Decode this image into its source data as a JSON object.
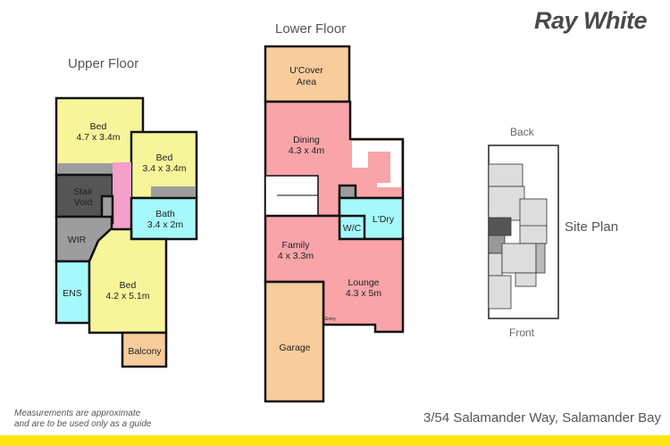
{
  "brand": {
    "logo_text": "Ray White",
    "accent_color": "#ffe512"
  },
  "upper_floor": {
    "title": "Upper Floor",
    "rooms": {
      "bed1": {
        "name": "Bed",
        "size": "4.7 x 3.4m"
      },
      "bed2": {
        "name": "Bed",
        "size": "3.4 x 3.4m"
      },
      "stair_void": {
        "name": "Stair",
        "name2": "Void"
      },
      "bath": {
        "name": "Bath",
        "size": "3.4 x 2m"
      },
      "wir": {
        "name": "WIR"
      },
      "ens": {
        "name": "ENS"
      },
      "bed3": {
        "name": "Bed",
        "size": "4.2 x 5.1m"
      },
      "balcony": {
        "name": "Balcony"
      }
    }
  },
  "lower_floor": {
    "title": "Lower Floor",
    "rooms": {
      "ucover": {
        "name": "U'Cover",
        "name2": "Area"
      },
      "dining": {
        "name": "Dining",
        "size": "4.3 x 4m"
      },
      "wc": {
        "name": "W/C"
      },
      "laundry": {
        "name": "L'Dry"
      },
      "family": {
        "name": "Family",
        "size": "4 x 3.3m"
      },
      "lounge": {
        "name": "Lounge",
        "size": "4.3 x 5m"
      },
      "entry": {
        "name": "Entry"
      },
      "garage": {
        "name": "Garage"
      }
    }
  },
  "site_plan": {
    "title": "Site Plan",
    "back": "Back",
    "front": "Front"
  },
  "colors": {
    "bedroom": "#f7f59a",
    "wet": "#a6f9fb",
    "living": "#f8a4a8",
    "outdoor": "#f9cc9c",
    "hall": "#f59fcb",
    "storage": "#9d9d9d",
    "void": "#555555"
  },
  "footer": {
    "note_line1": "Measurements are approximate",
    "note_line2": "and are to be used only as a guide",
    "address": "3/54 Salamander Way, Salamander Bay"
  }
}
